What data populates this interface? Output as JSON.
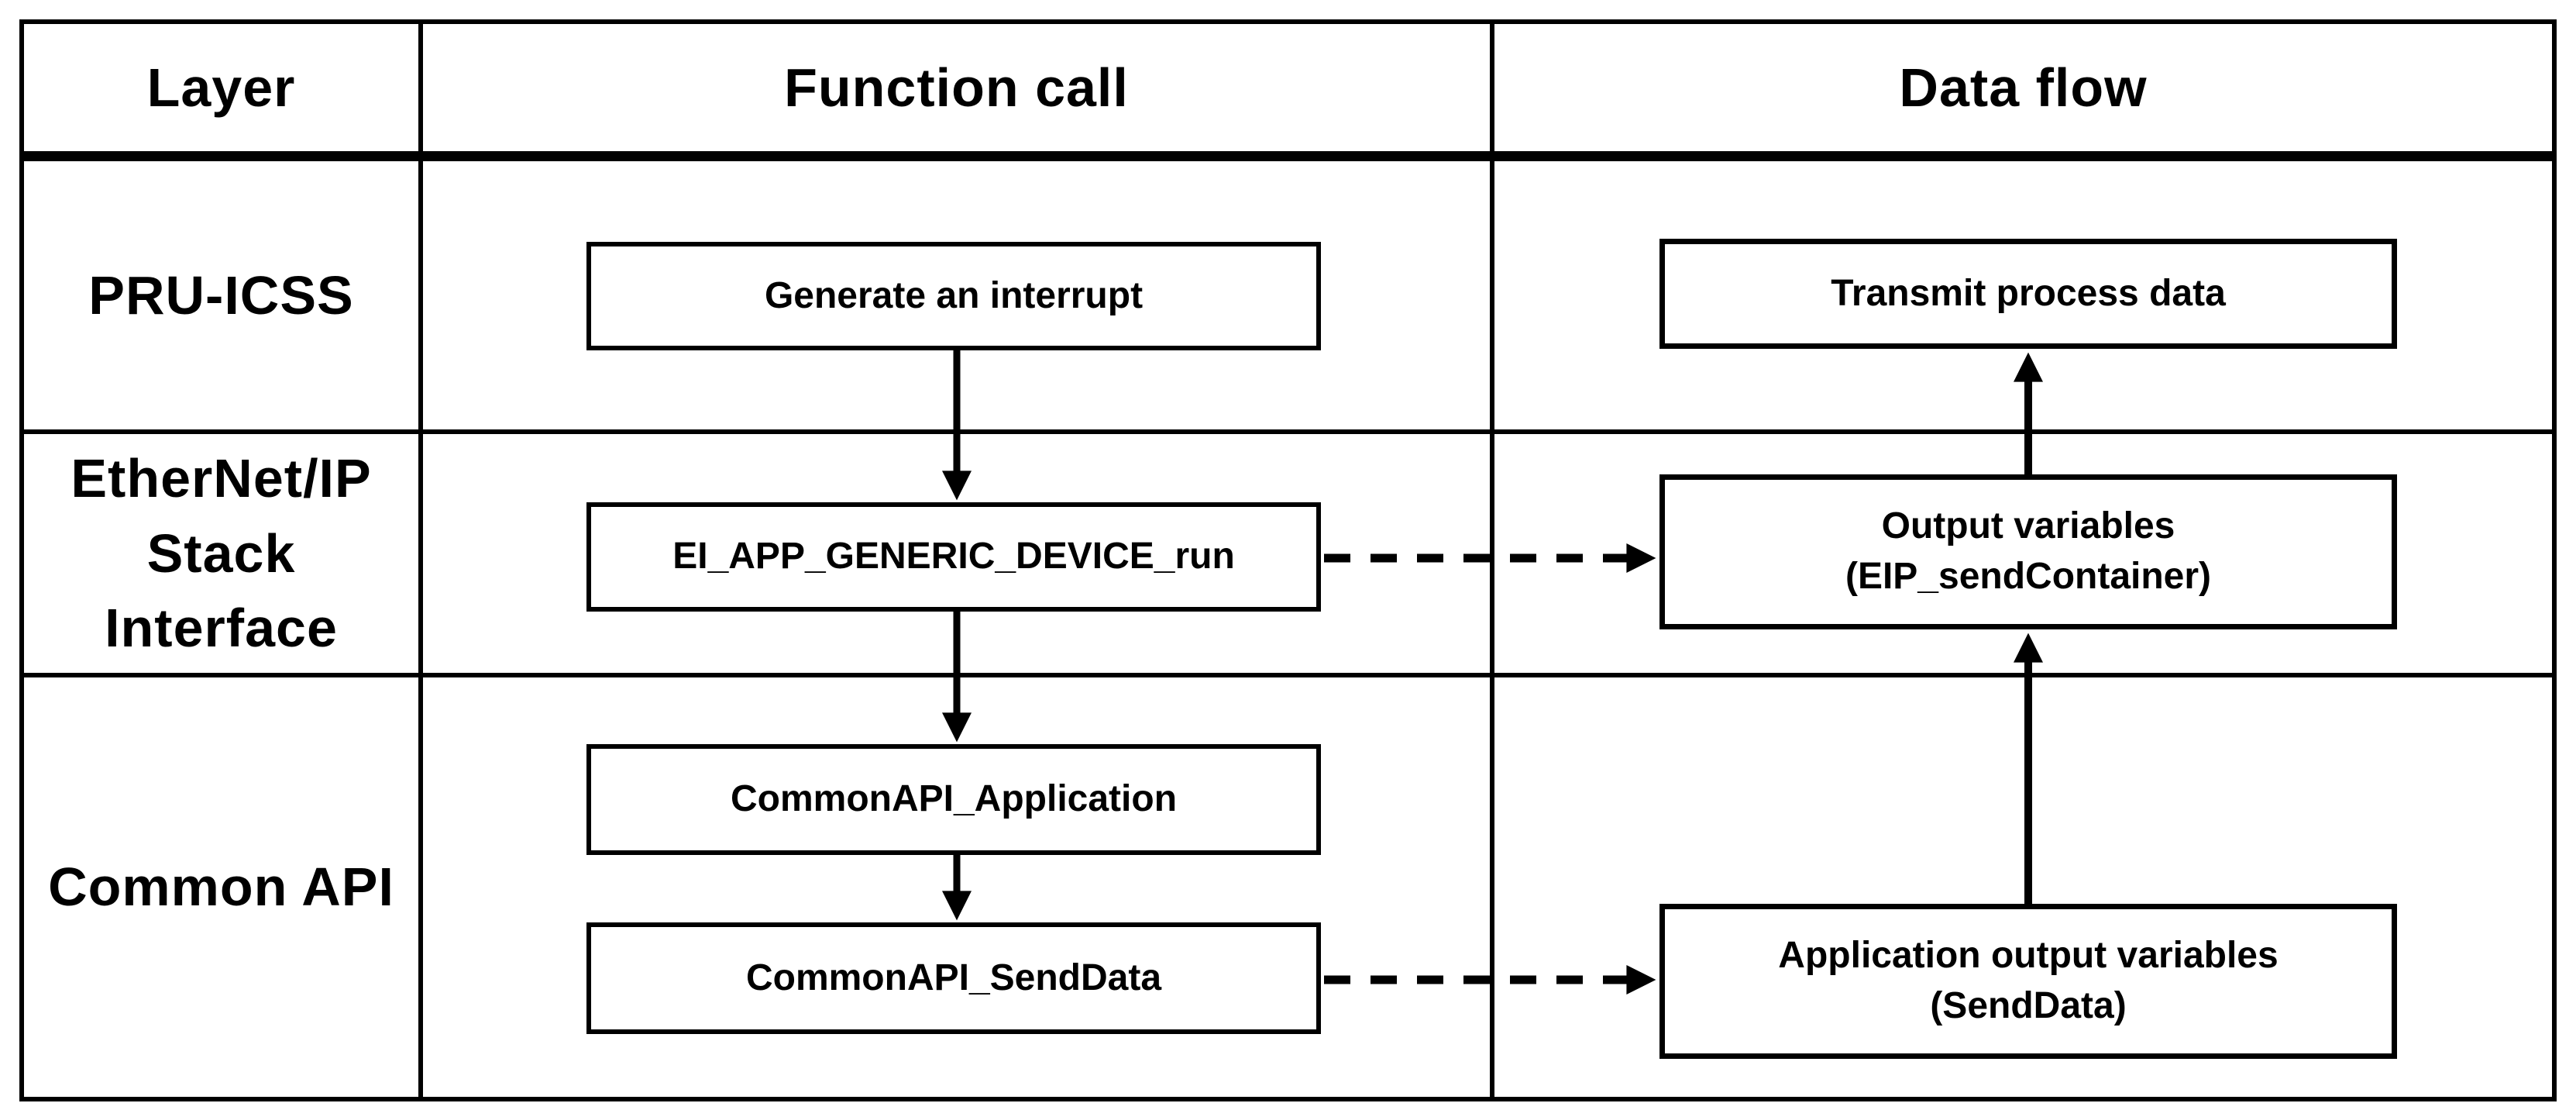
{
  "diagram": {
    "title": "EtherNet/IP send data flow table",
    "header": {
      "layer": "Layer",
      "function_call": "Function call",
      "data_flow": "Data flow"
    },
    "layers": {
      "pru_icss": "PRU-ICSS",
      "stack_interface": "EtherNet/IP\nStack\nInterface",
      "common_api": "Common API"
    },
    "function_call": {
      "generate_interrupt": "Generate an interrupt",
      "ei_app_generic_device_run": "EI_APP_GENERIC_DEVICE_run",
      "common_api_application": "CommonAPI_Application",
      "common_api_send_data": "CommonAPI_SendData"
    },
    "data_flow": {
      "transmit_process_data": "Transmit process data",
      "output_variables": "Output variables\n(EIP_sendContainer)",
      "application_output_variables": "Application output variables\n(SendData)"
    },
    "colors": {
      "line": "#000000",
      "background": "#ffffff"
    }
  }
}
